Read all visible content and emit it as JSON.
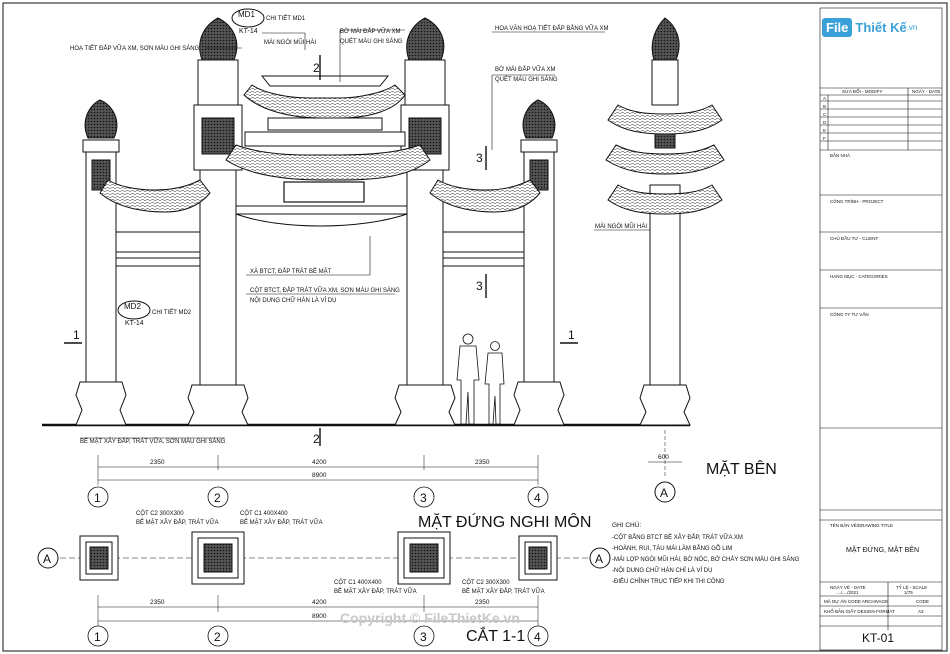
{
  "logo": {
    "file": "File",
    "rest": "Thiết Kế",
    "vn": ".vn"
  },
  "copyright": "Copyright © FileThietKe.vn",
  "front_view": {
    "title": "MẶT ĐỨNG NGHI MÔN",
    "callouts": {
      "md1_tag": "MD1",
      "md1_ref": "KT-14",
      "md1_label": "CHI TIẾT MD1",
      "md2_tag": "MD2",
      "md2_ref": "KT-14",
      "md2_label": "CHI TIẾT MD2",
      "ornament": "HOẠ TIẾT ĐẮP VỮA XM, SƠN MÀU GHI SÁNG",
      "roof_tile": "MÁI NGÓI MŨI HÀI",
      "ridge": "BỜ MÁI ĐẮP VỮA XM",
      "ridge2": "QUÉT MÀU GHI SÁNG",
      "pattern": "HOA VĂN HOẠ TIẾT ĐẮP BẰNG VỮA XM",
      "ridge_side": "BỜ MÁI ĐẮP VỮA XM",
      "ridge_side2": "QUÉT MÀU GHI SÁNG",
      "beam": "XÀ BTCT, ĐẮP TRÁT BỀ MẶT",
      "column": "CỘT BTCT, ĐẮP TRÁT VỮA XM, SƠN MÀU GHI SÁNG",
      "text": "NỘI DUNG CHỮ HÁN LÀ VÍ DỤ",
      "ground": "BỀ MẶT XÂY ĐẮP, TRÁT VỮA, SƠN MÀU GHI SÁNG"
    },
    "section_marks": [
      "1",
      "1",
      "2",
      "2",
      "3",
      "3"
    ],
    "dims": [
      "2350",
      "4200",
      "2350",
      "8900"
    ],
    "axes": [
      "1",
      "2",
      "3",
      "4"
    ]
  },
  "side_view": {
    "title": "MẶT BÊN",
    "roof_label": "MÁI NGÓI MŨI HÀI",
    "dim": "600",
    "axis": "A"
  },
  "plan": {
    "title": "CẮT 1-1",
    "labels": {
      "c2_left": "CỘT C2 300X300",
      "c2_left_sub": "BỀ MẶT XÂY ĐẮP, TRÁT VỮA",
      "c1_left": "CỘT C1 400X400",
      "c1_left_sub": "BỀ MẶT XÂY ĐẮP, TRÁT VỮA",
      "c1_right": "CỘT C1 400X400",
      "c1_right_sub": "BỀ MẶT XÂY ĐẮP, TRÁT VỮA",
      "c2_right": "CỘT C2 300X300",
      "c2_right_sub": "BỀ MẶT XÂY ĐẮP, TRÁT VỮA"
    },
    "dims": [
      "2350",
      "4200",
      "2350",
      "8900"
    ],
    "axes": [
      "1",
      "2",
      "3",
      "4"
    ],
    "axis_a": "A"
  },
  "notes": {
    "heading": "GHI CHÚ:",
    "items": [
      "-CỘT BẰNG BTCT BỀ XÂY ĐẮP, TRÁT VỮA XM",
      "-HOÀNH, RUI, TÀU MÁI LÀM BẰNG GỖ LIM",
      "-MÁI LỢP NGÓI MŨI HÀI, BỜ NÓC, BỜ CHẢY SƠN MÀU GHI SÁNG",
      "-NỘI DUNG CHỮ HÁN CHỈ LÀ VÍ DỤ",
      "-ĐIỀU CHỈNH TRỤC TIẾP KHI THI CÔNG"
    ]
  },
  "title_block": {
    "rev_header_1": "SỬA ĐỔI - MODIFY",
    "rev_header_2": "NGÀY - DATE",
    "rev_rows": [
      "A",
      "B",
      "C",
      "D",
      "E",
      "F"
    ],
    "fields": [
      "BẢN NHÀ",
      "CÔNG TRÌNH - PROJECT",
      "CHỦ ĐẦU TƯ - CLIENT",
      "HẠNG MỤC - CATEGORIES",
      "CÔNG TY TƯ VẤN"
    ],
    "drawing_name_header": "TÊN BẢN VẼ/DRAWING TITLE",
    "drawing_name": "MẶT ĐỨNG, MẶT BÊN",
    "date_label": "NGÀY VẼ - DATE",
    "date_value": "..../..../2021",
    "scale_label": "TỶ LỆ - SCALE",
    "scale_value": "1/75",
    "code_label": "MÃ DỰ ÁN CODE ARCHIVAGE",
    "code_label2": "CODE",
    "format_label": "KHỔ BẢN GIẤY DESIGN-FORMAT",
    "format_value": "A3",
    "sheet": "KT-01"
  }
}
